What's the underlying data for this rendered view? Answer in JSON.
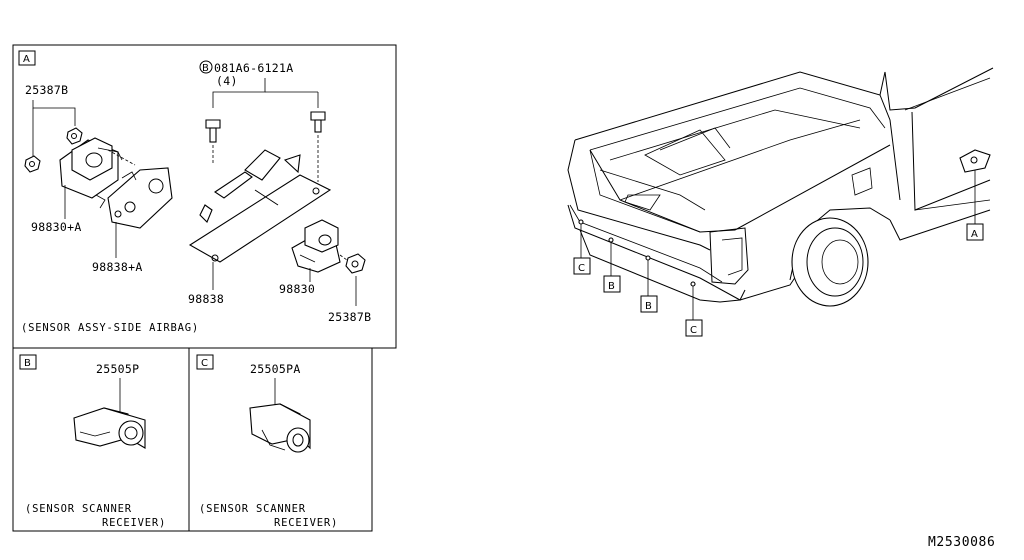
{
  "panels": {
    "A": {
      "tag": "A",
      "bolt_ref_symbol": "B",
      "bolt_ref_code": "081A6-6121A",
      "bolt_qty": "(4)",
      "part_nut_top": "25387B",
      "part_bracket_small": "98830+A",
      "part_plate_small": "98838+A",
      "part_bracket_large": "98838",
      "part_sensor": "98830",
      "part_nut_bottom": "25387B",
      "caption": "(SENSOR ASSY-SIDE AIRBAG)"
    },
    "B": {
      "tag": "B",
      "part": "25505P",
      "caption_line1": "(SENSOR SCANNER",
      "caption_line2": "RECEIVER)"
    },
    "C": {
      "tag": "C",
      "part": "25505PA",
      "caption_line1": "(SENSOR SCANNER",
      "caption_line2": "RECEIVER)"
    }
  },
  "vehicle_callouts": {
    "c_left": "C",
    "b_left": "B",
    "b_right": "B",
    "c_right": "C",
    "a_side": "A"
  },
  "diagram_code": "M2530086"
}
